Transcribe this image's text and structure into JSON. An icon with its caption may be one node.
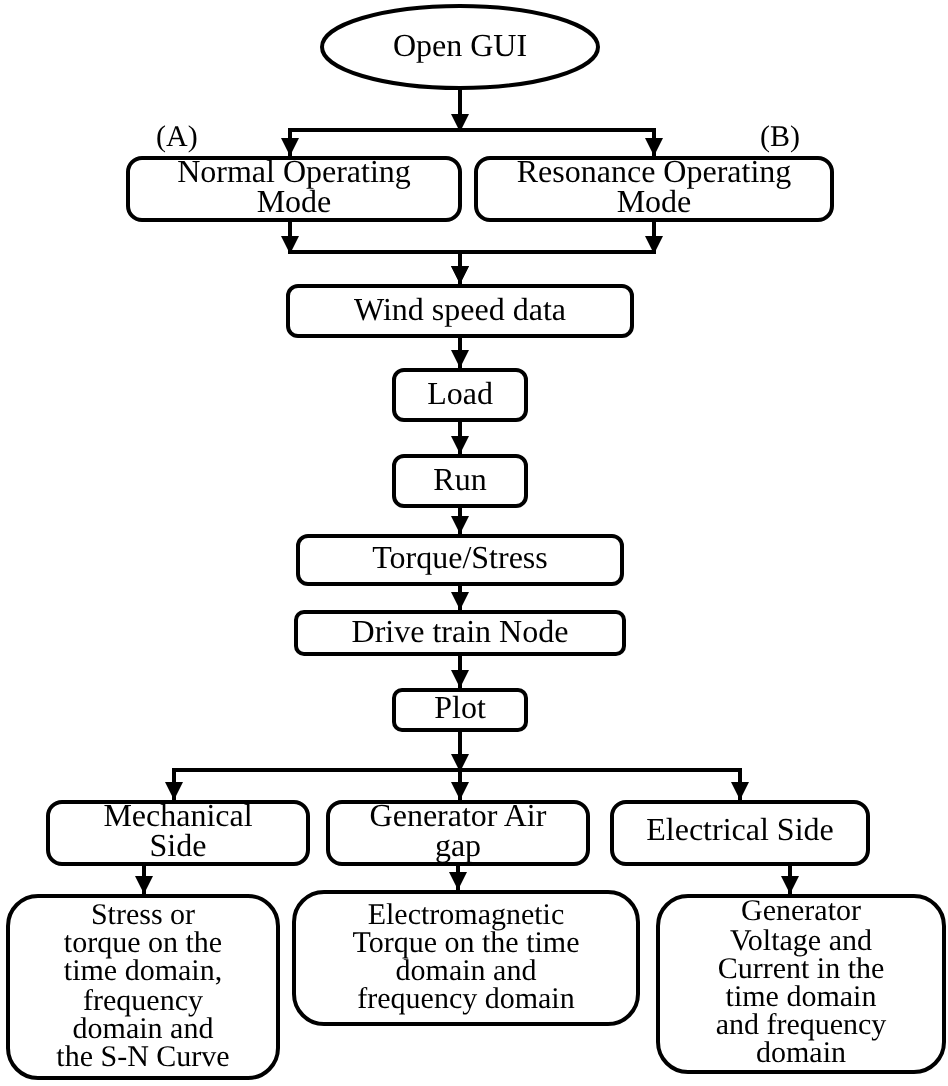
{
  "diagram": {
    "nodes": [
      {
        "text": [
          "Open GUI"
        ]
      },
      {
        "text": [
          "Normal Operating Mode"
        ],
        "beside": [
          "(A)"
        ]
      },
      {
        "text": [
          "Resonance Operating Mode"
        ],
        "beside": [
          "(B)"
        ]
      },
      {
        "text": [
          "Wind speed data"
        ]
      },
      {
        "text": [
          "Load"
        ]
      },
      {
        "text": [
          "Run"
        ]
      },
      {
        "text": [
          "Torque/Stress"
        ]
      },
      {
        "text": [
          "Drive train Node"
        ]
      },
      {
        "text": [
          "Plot"
        ]
      },
      {
        "text": [
          "Mechanical Side"
        ]
      },
      {
        "text": [
          "Generator Air gap"
        ]
      },
      {
        "text": [
          "Electrical Side"
        ]
      },
      {
        "text": [
          "Stress or torque on the time domain, frequency domain and the S-N Curve"
        ]
      },
      {
        "text": [
          "Electromagnetic Torque on the time domain and frequency domain"
        ]
      },
      {
        "text": [
          "Generator Voltage and Current in the time domain and frequency domain"
        ]
      }
    ],
    "edges": [
      {
        "from": 0,
        "to": 1,
        "arrow": "to"
      },
      {
        "from": 0,
        "to": 2,
        "arrow": "to"
      },
      {
        "from": 1,
        "to": 3,
        "arrow": "to"
      },
      {
        "from": 2,
        "to": 3,
        "arrow": "to"
      },
      {
        "from": 3,
        "to": 4,
        "arrow": "to"
      },
      {
        "from": 4,
        "to": 5,
        "arrow": "to"
      },
      {
        "from": 5,
        "to": 6,
        "arrow": "to"
      },
      {
        "from": 6,
        "to": 7,
        "arrow": "to"
      },
      {
        "from": 7,
        "to": 8,
        "arrow": "to"
      },
      {
        "from": 8,
        "to": 9,
        "arrow": "to"
      },
      {
        "from": 8,
        "to": 10,
        "arrow": "to"
      },
      {
        "from": 8,
        "to": 11,
        "arrow": "to"
      },
      {
        "from": 9,
        "to": 12,
        "arrow": "to"
      },
      {
        "from": 10,
        "to": 13,
        "arrow": "to"
      },
      {
        "from": 11,
        "to": 14,
        "arrow": "to"
      }
    ]
  }
}
